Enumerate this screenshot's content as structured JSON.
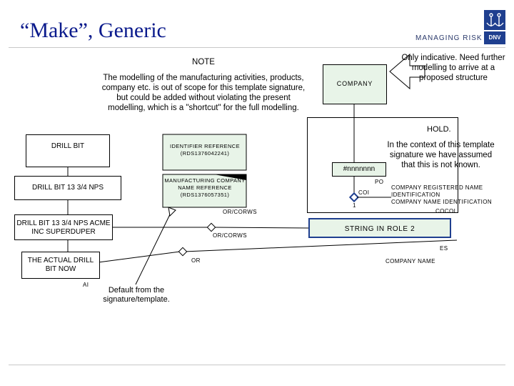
{
  "header": {
    "title": "“Make”, Generic",
    "brand": "MANAGING RISK",
    "logo_text": "DNV"
  },
  "note": {
    "heading": "NOTE",
    "body": "The modelling of the manufacturing activities, products, company etc. is out of scope for this template signature, but could be added without violating the present modelling, which is a \"shortcut\" for the full modelling."
  },
  "tip": "Only indicative. Need further modelling to arrive at a proposed structure",
  "context_note": "In the context of this template signature we have assumed that this is not known.",
  "default_note": "Default from the signature/template.",
  "boxes": {
    "drill_bit": "DRILL BIT",
    "drill_bit_nps": "DRILL BIT 13 3/4 NPS",
    "drill_bit_acme": "DRILL BIT 13 3/4 NPS ACME INC SUPERDUPER",
    "actual_drill": "THE ACTUAL DRILL BIT NOW",
    "identifier_ref": "IDENTIFIER REFERENCE (RDS1376042241)",
    "manufacturing_ref": "MANUFACTURING COMPANY NAME REFERENCE (RDS1376057351)",
    "company": "COMPANY",
    "nnnnnnn": "#nnnnnnn",
    "string_role": "STRING IN ROLE 2",
    "hold": "HOLD."
  },
  "labels": {
    "po": "PO",
    "coi": "COI",
    "company_registered": "COMPANY REGISTERED NAME IDENTIFICATION",
    "company_name_id": "COMPANY NAME IDENTIFICATION",
    "cocoi": "COCOI",
    "orcorws1": "OR/CORWS",
    "orcorws2": "OR/CORWS",
    "es": "ES",
    "or": "OR",
    "company_name": "COMPANY NAME",
    "ai": "AI",
    "one": "1"
  },
  "colors": {
    "title": "#0a1a8c",
    "accent": "#1f3f8f",
    "box_fill": "#e8f4e8"
  }
}
